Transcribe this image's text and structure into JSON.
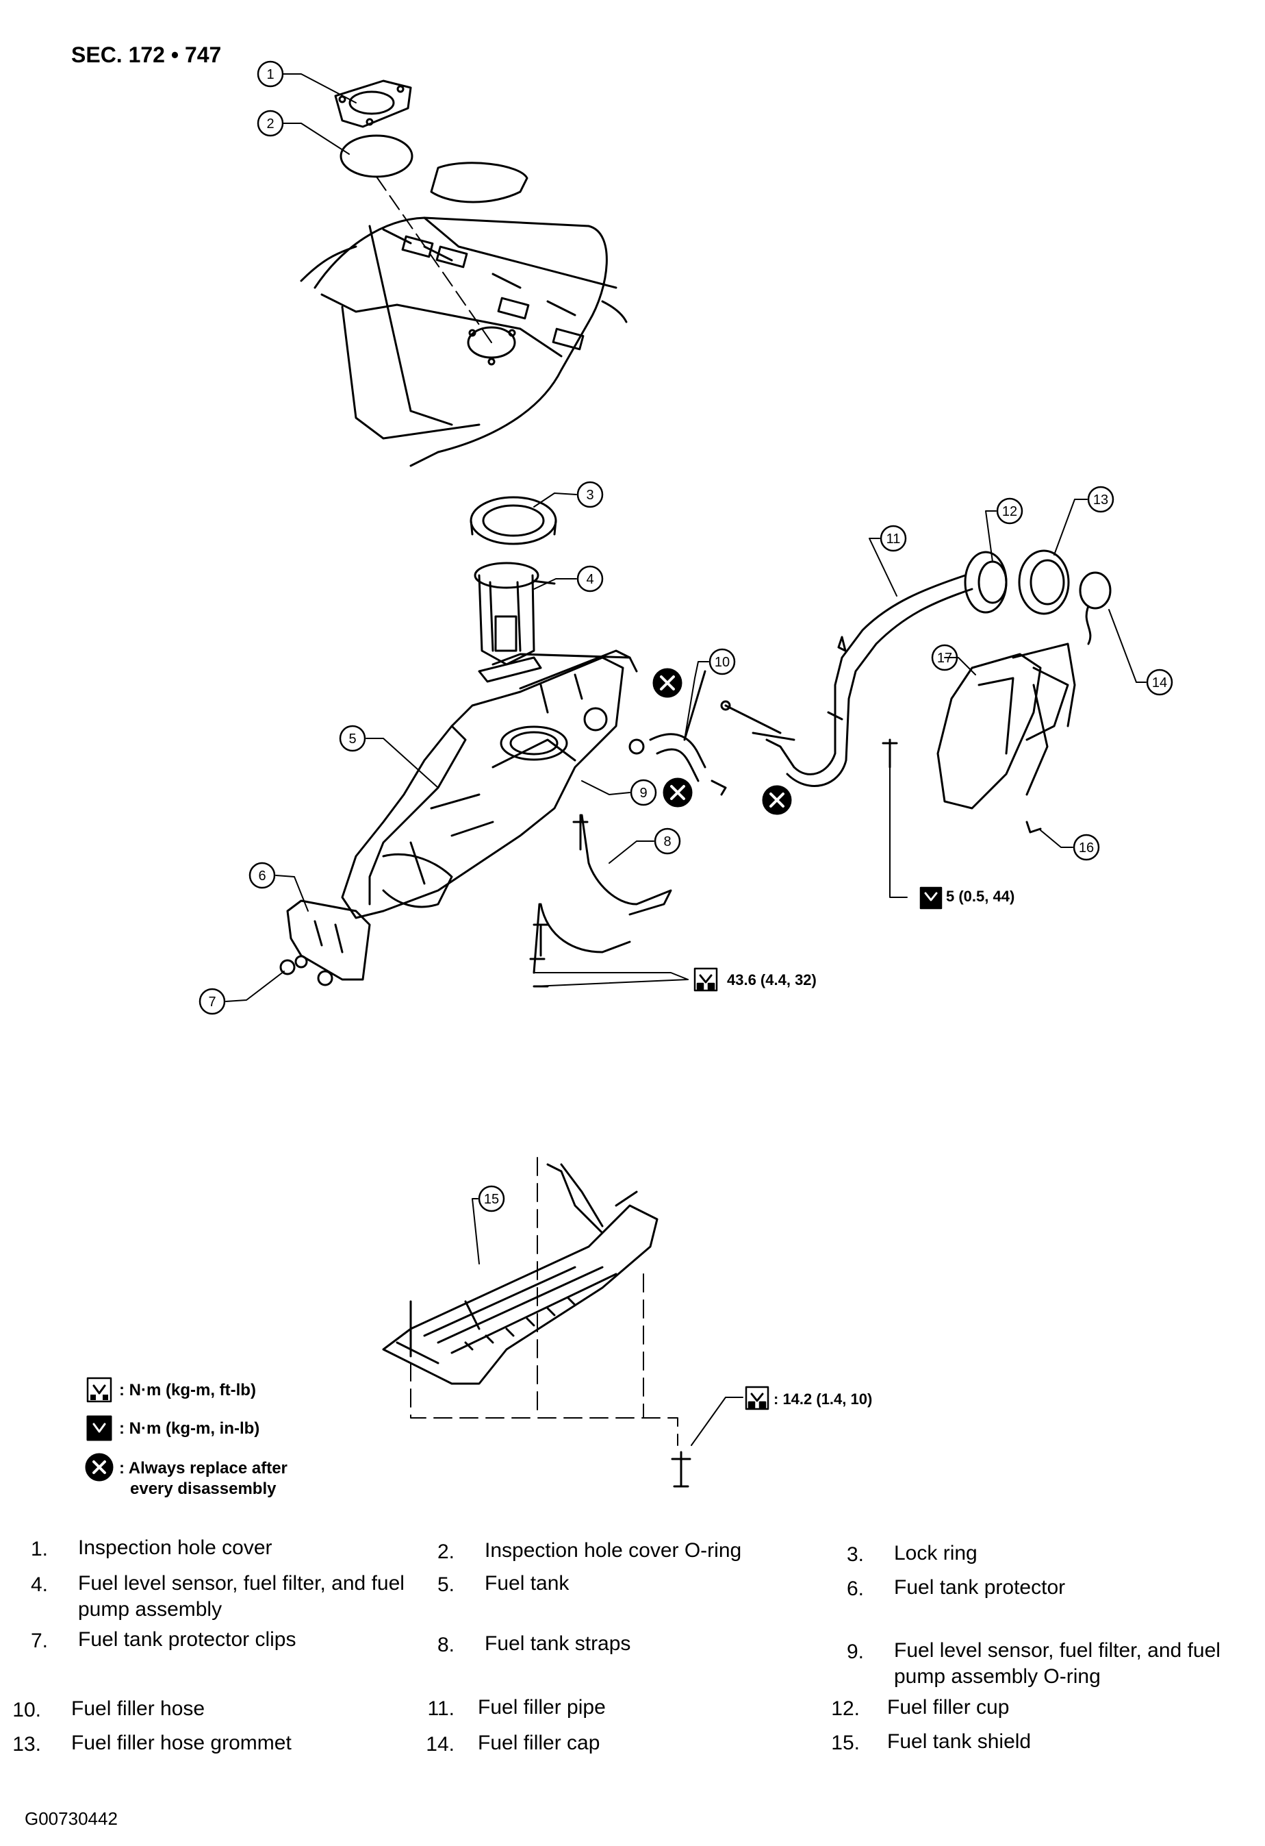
{
  "section": "SEC. 172 • 747",
  "callouts": [
    "1",
    "2",
    "3",
    "4",
    "5",
    "6",
    "7",
    "8",
    "9",
    "10",
    "11",
    "12",
    "13",
    "14",
    "15",
    "16",
    "17"
  ],
  "torques": {
    "filler_pipe": "5 (0.5, 44)",
    "straps": "43.6 (4.4, 32)",
    "shield": ": 14.2 (1.4, 10)"
  },
  "legend": [
    {
      "icon": "torque-wrench-ftlb-icon",
      "text": ": N·m (kg-m, ft-lb)"
    },
    {
      "icon": "torque-wrench-inlb-icon",
      "text": ": N·m (kg-m, in-lb)"
    },
    {
      "icon": "always-replace-icon",
      "text": ": Always replace after",
      "text2": "every disassembly"
    }
  ],
  "parts": [
    {
      "num": "1.",
      "name": "Inspection hole cover"
    },
    {
      "num": "2.",
      "name": "Inspection hole cover O-ring"
    },
    {
      "num": "3.",
      "name": "Lock ring"
    },
    {
      "num": "4.",
      "name": "Fuel level sensor, fuel filter, and fuel",
      "name2": "pump assembly"
    },
    {
      "num": "5.",
      "name": "Fuel tank"
    },
    {
      "num": "6.",
      "name": "Fuel tank protector"
    },
    {
      "num": "7.",
      "name": "Fuel tank protector clips"
    },
    {
      "num": "8.",
      "name": "Fuel tank straps"
    },
    {
      "num": "9.",
      "name": "Fuel level sensor, fuel filter, and fuel",
      "name2": "pump assembly O-ring"
    },
    {
      "num": "10.",
      "name": "Fuel filler hose"
    },
    {
      "num": "11.",
      "name": "Fuel filler pipe"
    },
    {
      "num": "12.",
      "name": "Fuel filler cup"
    },
    {
      "num": "13.",
      "name": "Fuel filler hose grommet"
    },
    {
      "num": "14.",
      "name": "Fuel filler cap"
    },
    {
      "num": "15.",
      "name": "Fuel tank shield"
    }
  ],
  "figure_id": "G00730442"
}
